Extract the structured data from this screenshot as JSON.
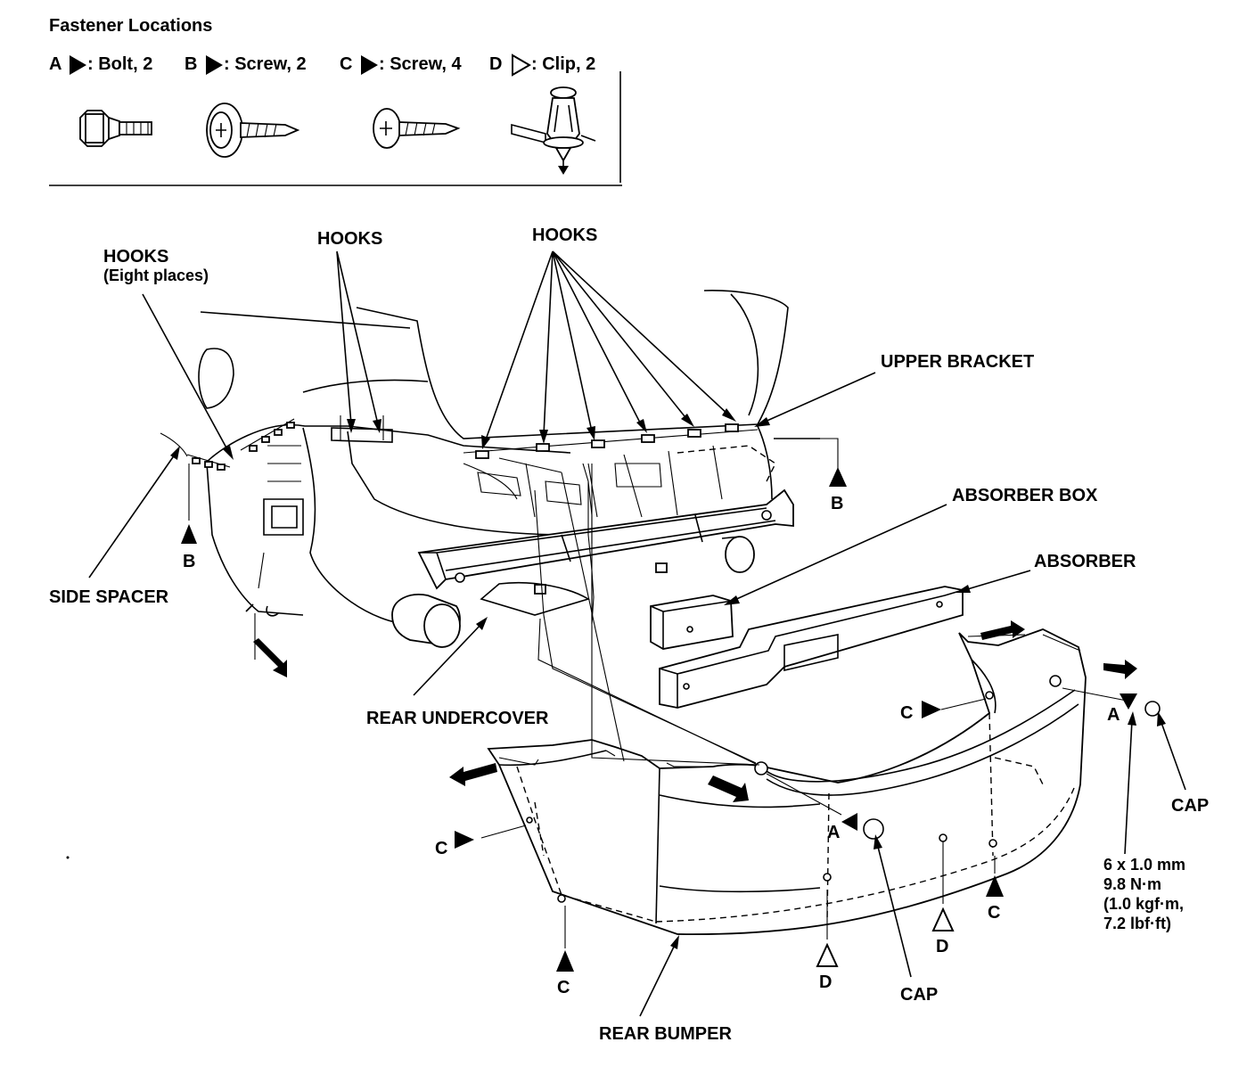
{
  "legend": {
    "title": "Fastener Locations",
    "items": [
      {
        "letter": "A",
        "desc": ": Bolt, 2",
        "marker": "filled"
      },
      {
        "letter": "B",
        "desc": ": Screw, 2",
        "marker": "filled"
      },
      {
        "letter": "C",
        "desc": ": Screw, 4",
        "marker": "filled"
      },
      {
        "letter": "D",
        "desc": ": Clip, 2",
        "marker": "outline"
      }
    ]
  },
  "labels": {
    "hooks_side": "HOOKS",
    "hooks_side_note": "(Eight places)",
    "hooks_a": "HOOKS",
    "hooks_b": "HOOKS",
    "upper_bracket": "UPPER BRACKET",
    "absorber_box": "ABSORBER BOX",
    "absorber": "ABSORBER",
    "side_spacer": "SIDE SPACER",
    "rear_undercover": "REAR UNDERCOVER",
    "rear_bumper": "REAR BUMPER",
    "cap_center": "CAP",
    "cap_right": "CAP"
  },
  "torque": [
    "6 x 1.0 mm",
    "9.8 N·m",
    "(1.0 kgf·m,",
    "7.2 lbf·ft)"
  ],
  "callouts": {
    "b_left": "B",
    "b_right": "B",
    "c_left": "C",
    "c_bottom": "C",
    "c_right_upper": "C",
    "c_right_lower": "C",
    "a_center": "A",
    "a_right": "A",
    "d_center": "D",
    "d_right": "D"
  }
}
